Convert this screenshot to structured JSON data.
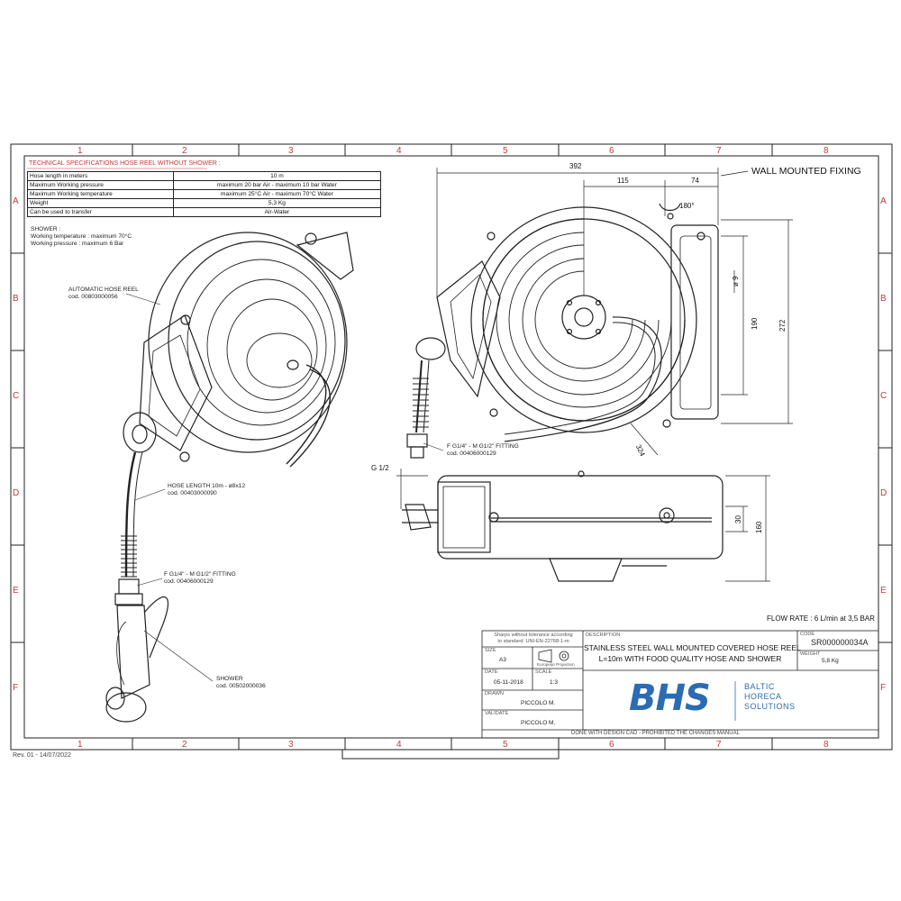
{
  "grid": {
    "columns": [
      "1",
      "2",
      "3",
      "4",
      "5",
      "6",
      "7",
      "8"
    ],
    "rows": [
      "A",
      "B",
      "C",
      "D",
      "E",
      "F"
    ]
  },
  "specs": {
    "title": "TECHNICAL SPECIFICATIONS HOSE REEL WITHOUT SHOWER :",
    "rows": [
      {
        "label": "Hose length in meters",
        "value": "10 m"
      },
      {
        "label": "Maximum Working pressure",
        "value": "maximum 20 bar Air - maximum 10 bar Water"
      },
      {
        "label": "Maximum Working temperature",
        "value": "maximum 25°C Air - maximum 70°C Water"
      },
      {
        "label": "Weight",
        "value": "5,3 Kg"
      },
      {
        "label": "Can be used to transfer",
        "value": "Air-Water"
      }
    ]
  },
  "shower_note": {
    "title": "SHOWER :",
    "temp": "Working temperature : maximum 70°C",
    "pressure": "Working pressure : maximum 6 Bar"
  },
  "callouts": {
    "reel_name": "AUTOMATIC HOSE REEL",
    "reel_code": "cod. 00803000056",
    "hose_name": "HOSE LENGTH 10m - ø8x12",
    "hose_code": "cod. 00403000090",
    "fitting_left_name": "F G1/4\" - M G1/2\" FITTING",
    "fitting_left_code": "cod. 00406000129",
    "shower_name": "SHOWER",
    "shower_code": "cod. 00502000036",
    "fitting_right_name": "F G1/4\" - M G1/2\" FITTING",
    "fitting_right_code": "cod. 00406000129",
    "wall_fixing": "WALL MOUNTED FIXING"
  },
  "dimensions": {
    "width": "392",
    "d115": "115",
    "d74": "74",
    "rotation": "180°",
    "hole": "ø 9",
    "d190": "190",
    "d272": "272",
    "radius": "324",
    "thread": "G 1/2",
    "d30": "30",
    "d160": "160"
  },
  "flow_rate": "FLOW RATE : 6 L/min at 3,5 BAR",
  "title_block": {
    "tolerance_1": "Sharps without tolerance according",
    "tolerance_2": "to standard: UNI-EN-22768-1-m",
    "size_label": "SIZE",
    "size": "A3",
    "projection": "European Projection",
    "date_label": "DATE",
    "date": "05-11-2018",
    "scale_label": "SCALE",
    "scale": "1:3",
    "drawn_label": "DRAWN",
    "drawn": "PICCOLO M.",
    "validate_label": "VALIDATE",
    "validate": "PICCOLO M.",
    "description_label": "DESCRIPTION",
    "description_1": "STAINLESS STEEL WALL MOUNTED COVERED HOSE REEL",
    "description_2": "L=10m WITH FOOD QUALITY HOSE AND SHOWER",
    "code_label": "CODE",
    "code": "SR000000034A",
    "weight_label": "WEIGHT",
    "weight": "5,8 Kg",
    "logo": "BHS",
    "company_1": "BALTIC",
    "company_2": "HORECA",
    "company_3": "SOLUTIONS",
    "footer_note": "DONE WITH DESIGN CAD - PROHIBITED THE CHANGES MANUAL"
  },
  "revision": "Rev. 01 - 14/07/2022"
}
